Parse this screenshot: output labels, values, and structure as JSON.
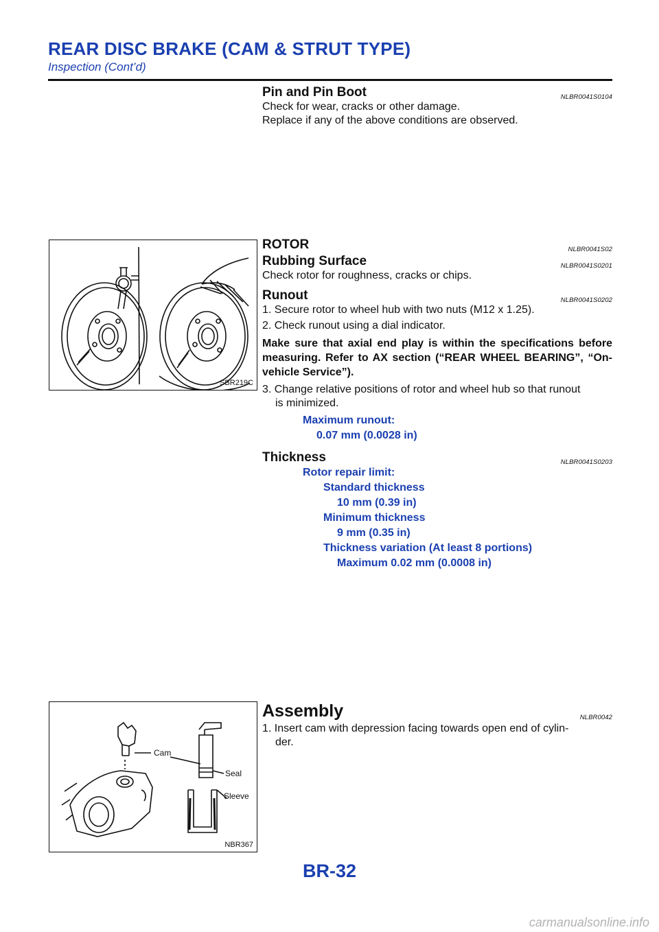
{
  "header": {
    "title": "REAR DISC BRAKE (CAM & STRUT TYPE)",
    "subtitle": "Inspection (Cont’d)"
  },
  "pin_boot": {
    "heading": "Pin and Pin Boot",
    "code": "NLBR0041S0104",
    "lines": [
      "Check for wear, cracks or other damage.",
      "Replace if any of the above conditions are observed."
    ]
  },
  "rotor": {
    "heading": "ROTOR",
    "code": "NLBR0041S02",
    "rubbing": {
      "heading": "Rubbing Surface",
      "code": "NLBR0041S0201",
      "text": "Check rotor for roughness, cracks or chips."
    },
    "runout": {
      "heading": "Runout",
      "code": "NLBR0041S0202",
      "step1": "1. Secure rotor to wheel hub with two nuts (M12 x 1.25).",
      "step2": "2. Check runout using a dial indicator.",
      "note": "Make sure that axial end play is within the specifications before measuring. Refer to AX section (“REAR WHEEL BEARING”, “On-vehicle Service”).",
      "step3a": "3. Change relative positions of rotor and wheel hub so that runout",
      "step3b": "is minimized.",
      "spec_label": "Maximum runout:",
      "spec_value": "0.07 mm (0.0028 in)"
    },
    "thickness": {
      "heading": "Thickness",
      "code": "NLBR0041S0203",
      "l1": "Rotor repair limit:",
      "l2": "Standard thickness",
      "l3": "10 mm (0.39 in)",
      "l4": "Minimum thickness",
      "l5": "9 mm (0.35 in)",
      "l6": "Thickness variation (At least 8 portions)",
      "l7": "Maximum 0.02 mm (0.0008 in)"
    }
  },
  "assembly": {
    "heading": "Assembly",
    "code": "NLBR0042",
    "step1a": "1. Insert cam with depression facing towards open end of cylin-",
    "step1b": "der."
  },
  "figures": {
    "fig1_label": "SBR219C",
    "fig2_label": "NBR367",
    "fig2_cam": "Cam",
    "fig2_seal": "Seal",
    "fig2_sleeve": "Sleeve"
  },
  "footer": {
    "page": "BR-32"
  },
  "watermark": "carmanualsonline.info"
}
